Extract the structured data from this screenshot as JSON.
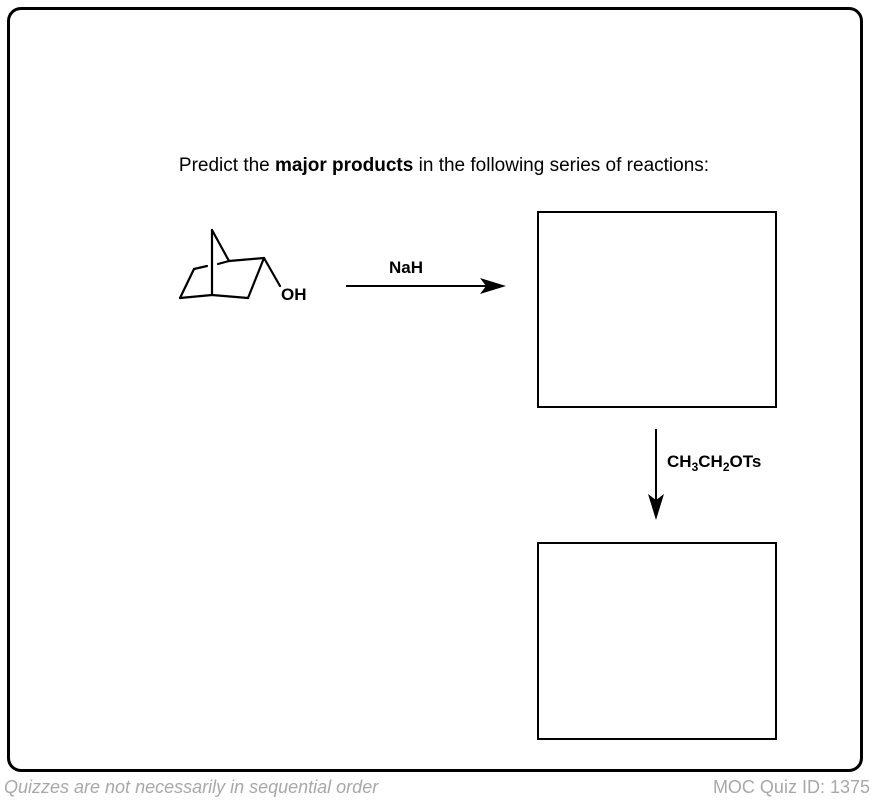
{
  "question": {
    "prefix": "Predict the ",
    "emphasis": "major products",
    "suffix": " in the following series of reactions:"
  },
  "molecule": {
    "substituent_label": "OH",
    "icon": "norbornanol-structure-icon"
  },
  "step1": {
    "reagent": "NaH",
    "arrow_icon": "right-arrow-icon"
  },
  "step2": {
    "reagent_parts": [
      "CH",
      "3",
      "CH",
      "2",
      "OTs"
    ],
    "arrow_icon": "down-arrow-icon"
  },
  "footer": {
    "left": "Quizzes are not necessarily in sequential order",
    "right": "MOC Quiz ID: 1375"
  }
}
